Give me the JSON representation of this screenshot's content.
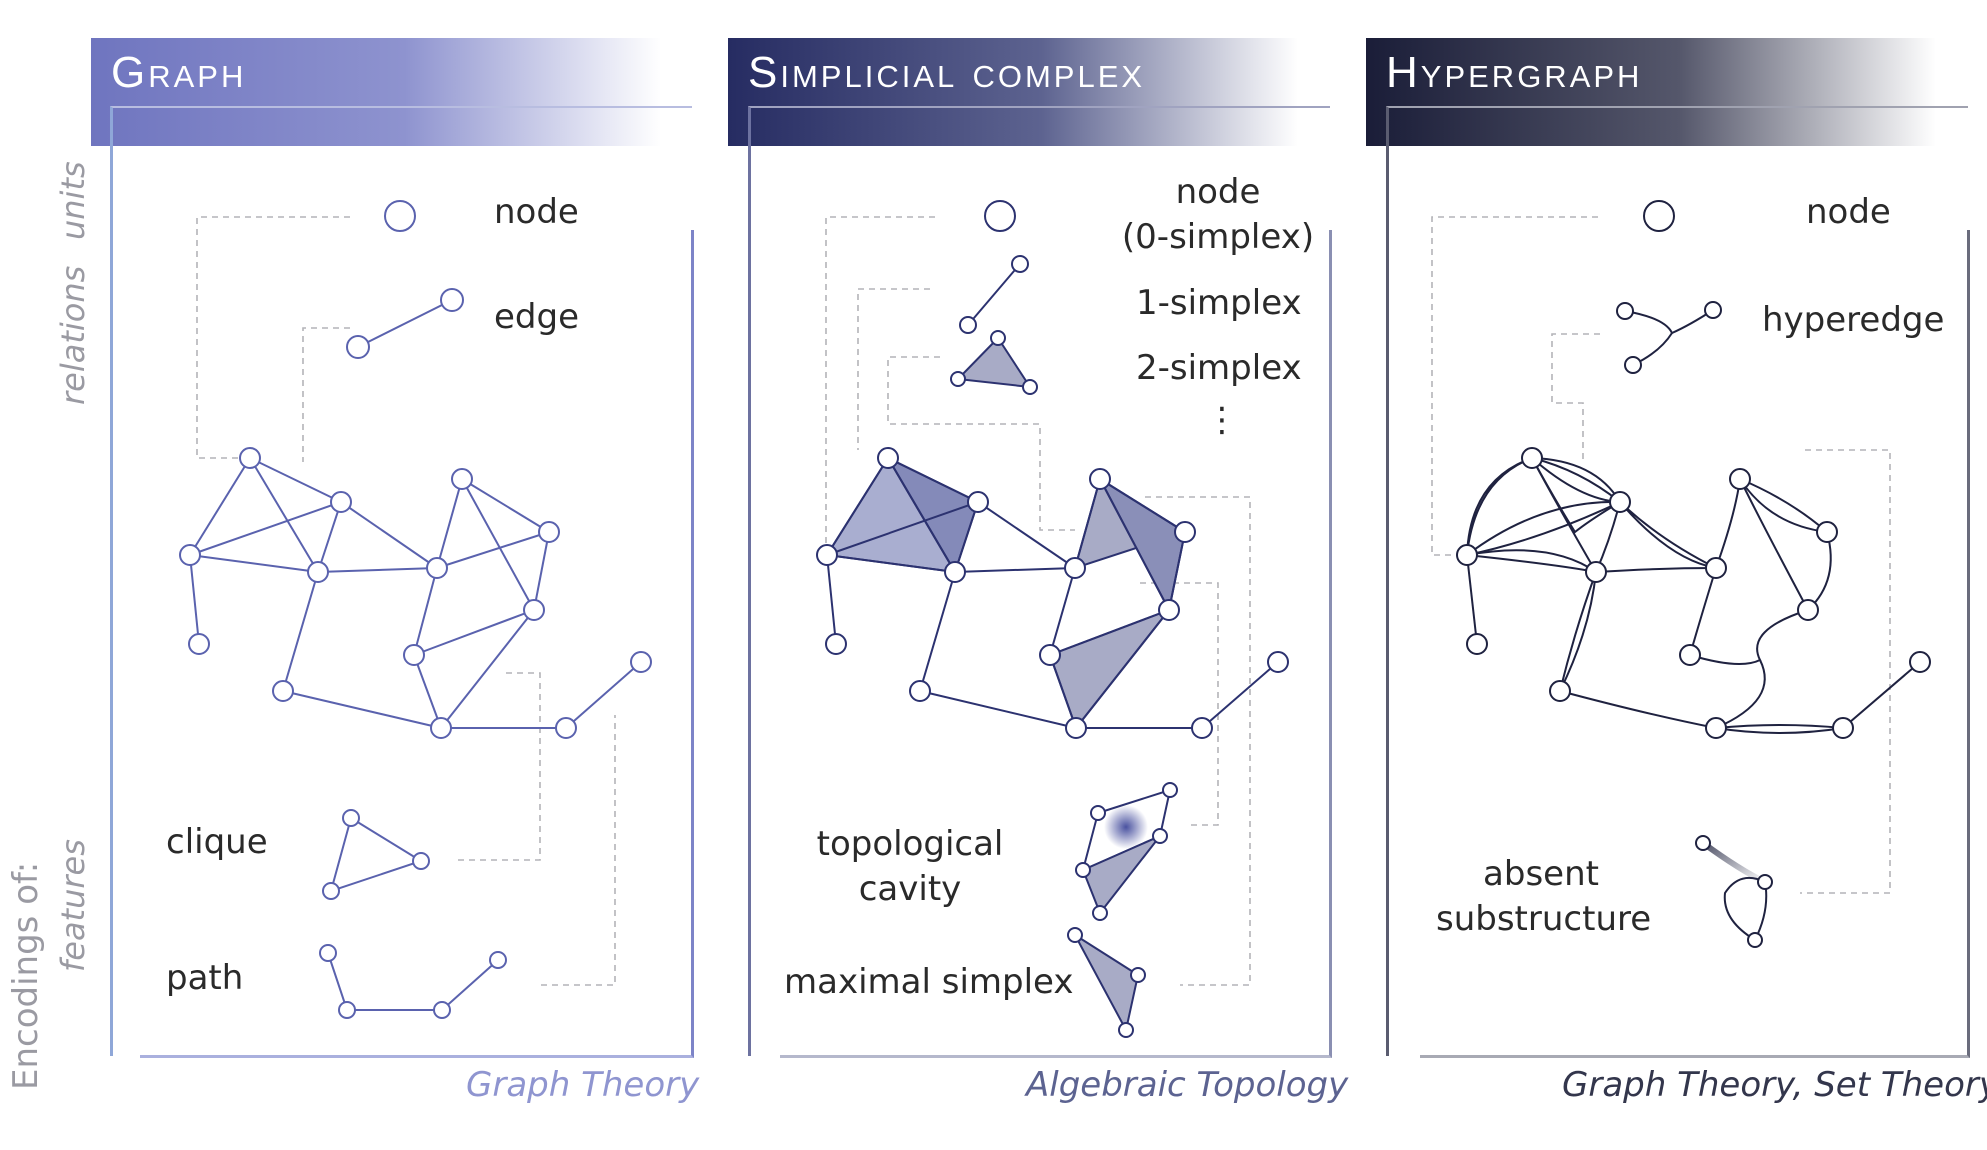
{
  "side_labels": {
    "encodings": "Encodings of:",
    "units": "units",
    "relations": "relations",
    "features": "features"
  },
  "panels": [
    {
      "title": "Graph",
      "gradient": [
        "#6f75bf",
        "#ffffff"
      ],
      "accent": "#6068b2",
      "labels": {
        "node": "node",
        "relation": "edge",
        "feature1": "clique",
        "feature2": "path"
      },
      "footer": "Graph Theory",
      "footer_color": "#8f95d0"
    },
    {
      "title": "Simplicial complex",
      "gradient": [
        "#262c62",
        "#ffffff"
      ],
      "accent": "#2c3270",
      "labels": {
        "node": "node\n(0-simplex)",
        "relation": "1-simplex",
        "relation2": "2-simplex",
        "ellipsis": "⋮",
        "feature1": "topological\ncavity",
        "feature2": "maximal simplex"
      },
      "footer": "Algebraic Topology",
      "footer_color": "#5c6391"
    },
    {
      "title": "Hypergraph",
      "gradient": [
        "#1a1d38",
        "#ffffff"
      ],
      "accent": "#1f2240",
      "labels": {
        "node": "node",
        "relation": "hyperedge",
        "feature1": "absent\nsubstructure"
      },
      "footer": "Graph Theory, Set Theory",
      "footer_color": "#33364c"
    }
  ]
}
